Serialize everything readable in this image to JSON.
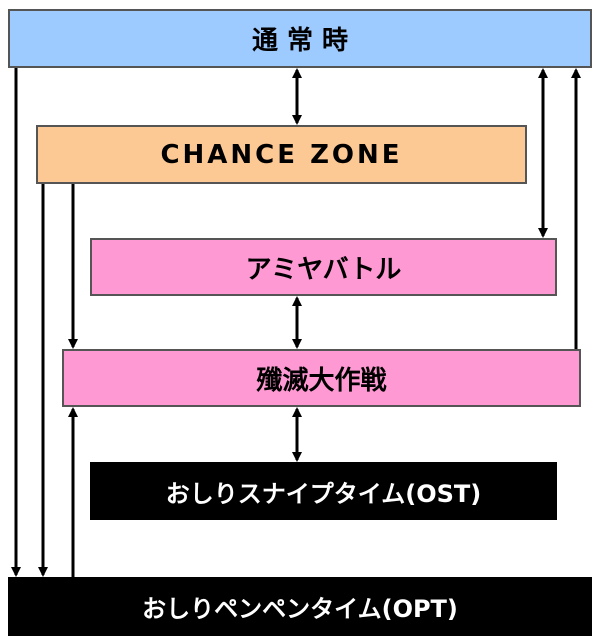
{
  "boxes": {
    "normal": {
      "label": "通 常 時",
      "color": "#9ecbff",
      "text_color": "#000000"
    },
    "chance": {
      "label": "CHANCE ZONE",
      "color": "#fcc894",
      "text_color": "#000000"
    },
    "amiya": {
      "label": "アミヤバトル",
      "color": "#ff99d4",
      "text_color": "#000000"
    },
    "senmetsu": {
      "label": "殲滅大作戦",
      "color": "#ff99d4",
      "text_color": "#000000"
    },
    "ost": {
      "label": "おしりスナイプタイム(OST)",
      "color": "#000000",
      "text_color": "#ffffff"
    },
    "opt": {
      "label": "おしりペンペンタイム(OPT)",
      "color": "#000000",
      "text_color": "#ffffff"
    }
  },
  "arrow_color": "#000000"
}
